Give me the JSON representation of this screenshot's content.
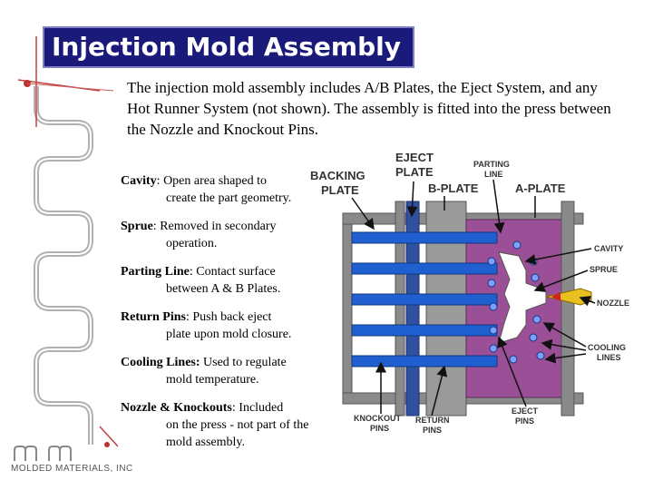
{
  "title": "Injection Mold Assembly",
  "intro": "The injection mold assembly includes A/B Plates, the Eject System, and any Hot Runner System (not shown).  The assembly is fitted into the press between the Nozzle and Knockout Pins.",
  "definitions": [
    {
      "term": "Cavity",
      "sep": ": ",
      "desc_first": "Open area shaped to",
      "desc_rest": "create the part geometry."
    },
    {
      "term": "Sprue",
      "sep": ": ",
      "desc_first": "Removed in secondary",
      "desc_rest": "operation."
    },
    {
      "term": "Parting Line",
      "sep": ": ",
      "desc_first": "Contact surface",
      "desc_rest": "between A & B Plates."
    },
    {
      "term": "Return Pins",
      "sep": ": ",
      "desc_first": "Push back eject",
      "desc_rest": "plate upon mold closure."
    },
    {
      "term": "Cooling Lines:",
      "sep": " ",
      "desc_first": "Used to regulate",
      "desc_rest": "mold temperature."
    },
    {
      "term": "Nozzle & Knockouts",
      "sep": ": ",
      "desc_first": "Included",
      "desc_rest": "on the press - not part of the mold assembly."
    }
  ],
  "diagram_labels": {
    "backing_plate_1": "BACKING",
    "backing_plate_2": "PLATE",
    "eject_plate_1": "EJECT",
    "eject_plate_2": "PLATE",
    "parting_line_1": "PARTING",
    "parting_line_2": "LINE",
    "b_plate": "B-PLATE",
    "a_plate": "A-PLATE",
    "cavity": "CAVITY",
    "sprue": "SPRUE",
    "nozzle": "NOZZLE",
    "cooling_lines_1": "COOLING",
    "cooling_lines_2": "LINES",
    "knockout_pins_1": "KNOCKOUT",
    "knockout_pins_2": "PINS",
    "return_pins_1": "RETURN",
    "return_pins_2": "PINS",
    "eject_pins_1": "EJECT",
    "eject_pins_2": "PINS"
  },
  "logo_text": "MOLDED MATERIALS, INC",
  "colors": {
    "title_bg": "#1a1a7a",
    "a_plate": "#9b4f96",
    "pins": "#1f5fd0",
    "frame": "#808080",
    "nozzle": "#e8c020"
  }
}
